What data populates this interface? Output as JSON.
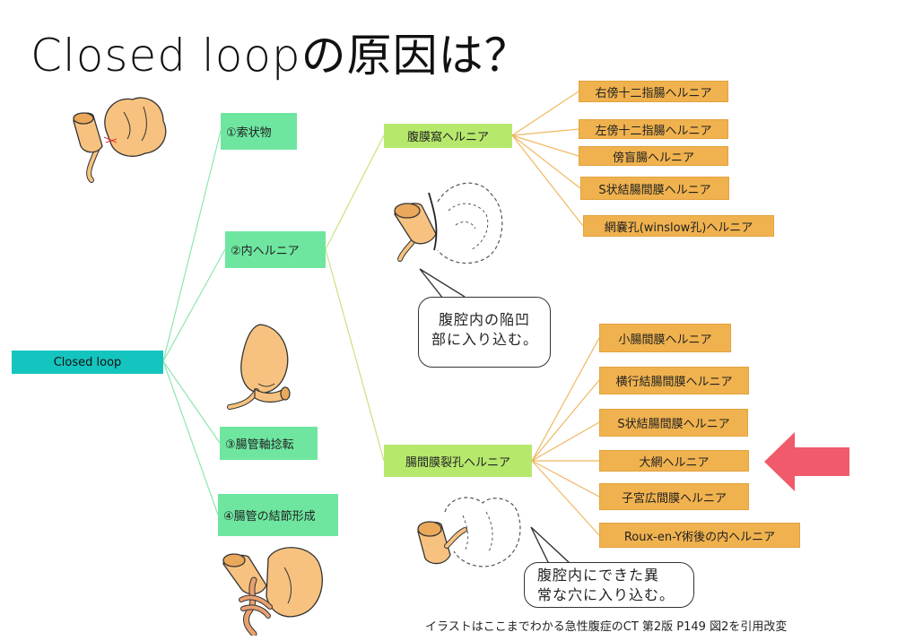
{
  "title": "Closed loopの原因は？",
  "root": "Closed loop",
  "causes": [
    "①索状物",
    "②内ヘルニア",
    "③腸管軸捻転",
    "④腸管の結節形成"
  ],
  "hernia_types": [
    "腹膜窩ヘルニア",
    "腸間膜裂孔ヘルニア"
  ],
  "peritoneal_fossa_hernias": [
    "右傍十二指腸ヘルニア",
    "左傍十二指腸ヘルニア",
    "傍盲腸ヘルニア",
    "S状結腸間膜ヘルニア",
    "網嚢孔(winslow孔)ヘルニア"
  ],
  "mesenteric_hernias": [
    "小腸間膜ヘルニア",
    "横行結腸間膜ヘルニア",
    "S状結腸間膜ヘルニア",
    "大網ヘルニア",
    "子宮広間膜ヘルニア",
    "Roux-en-Y術後の内ヘルニア"
  ],
  "callouts": {
    "fossa": [
      "腹腔内の陥凹",
      "部に入り込む。"
    ],
    "mesenteric": [
      "腹腔内にできた異",
      "常な穴に入り込む。"
    ]
  },
  "credit": "イラストはここまでわかる急性腹症のCT 第2版 P149 図2を引用改変",
  "colors": {
    "root": "#14c4bf",
    "cause": "#6ee6a0",
    "hernia_type": "#b6e86c",
    "leaf": "#f0b24e",
    "arrow": "#f05a6a",
    "bowel": "#f7c27f"
  }
}
